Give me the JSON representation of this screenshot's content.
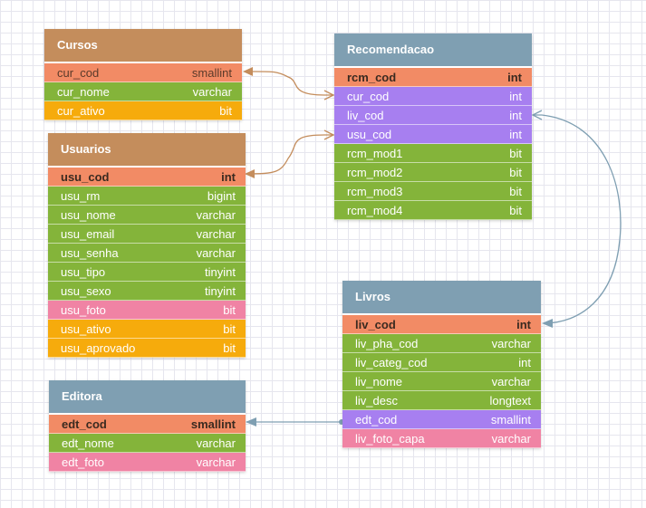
{
  "colors": {
    "header_brown": "#c48d5c",
    "header_blue": "#7f9fb2",
    "primary_key": "#f28b65",
    "normal": "#84b43a",
    "flag": "#f6ab0c",
    "foreign_key": "#a77ff0",
    "image": "#f083a4",
    "relation_brown": "#c48d5c",
    "relation_blue": "#7f9fb2"
  },
  "tables": {
    "cursos": {
      "title": "Cursos",
      "columns": [
        {
          "name": "cur_cod",
          "type": "smallint"
        },
        {
          "name": "cur_nome",
          "type": "varchar"
        },
        {
          "name": "cur_ativo",
          "type": "bit"
        }
      ]
    },
    "usuarios": {
      "title": "Usuarios",
      "columns": [
        {
          "name": "usu_cod",
          "type": "int"
        },
        {
          "name": "usu_rm",
          "type": "bigint"
        },
        {
          "name": "usu_nome",
          "type": "varchar"
        },
        {
          "name": "usu_email",
          "type": "varchar"
        },
        {
          "name": "usu_senha",
          "type": "varchar"
        },
        {
          "name": "usu_tipo",
          "type": "tinyint"
        },
        {
          "name": "usu_sexo",
          "type": "tinyint"
        },
        {
          "name": "usu_foto",
          "type": "bit"
        },
        {
          "name": "usu_ativo",
          "type": "bit"
        },
        {
          "name": "usu_aprovado",
          "type": "bit"
        }
      ]
    },
    "editora": {
      "title": "Editora",
      "columns": [
        {
          "name": "edt_cod",
          "type": "smallint"
        },
        {
          "name": "edt_nome",
          "type": "varchar"
        },
        {
          "name": "edt_foto",
          "type": "varchar"
        }
      ]
    },
    "recomendacao": {
      "title": "Recomendacao",
      "columns": [
        {
          "name": "rcm_cod",
          "type": "int"
        },
        {
          "name": "cur_cod",
          "type": "int"
        },
        {
          "name": "liv_cod",
          "type": "int"
        },
        {
          "name": "usu_cod",
          "type": "int"
        },
        {
          "name": "rcm_mod1",
          "type": "bit"
        },
        {
          "name": "rcm_mod2",
          "type": "bit"
        },
        {
          "name": "rcm_mod3",
          "type": "bit"
        },
        {
          "name": "rcm_mod4",
          "type": "bit"
        }
      ]
    },
    "livros": {
      "title": "Livros",
      "columns": [
        {
          "name": "liv_cod",
          "type": "int"
        },
        {
          "name": "liv_pha_cod",
          "type": "varchar"
        },
        {
          "name": "liv_categ_cod",
          "type": "int"
        },
        {
          "name": "liv_nome",
          "type": "varchar"
        },
        {
          "name": "liv_desc",
          "type": "longtext"
        },
        {
          "name": "edt_cod",
          "type": "smallint"
        },
        {
          "name": "liv_foto_capa",
          "type": "varchar"
        }
      ]
    }
  }
}
